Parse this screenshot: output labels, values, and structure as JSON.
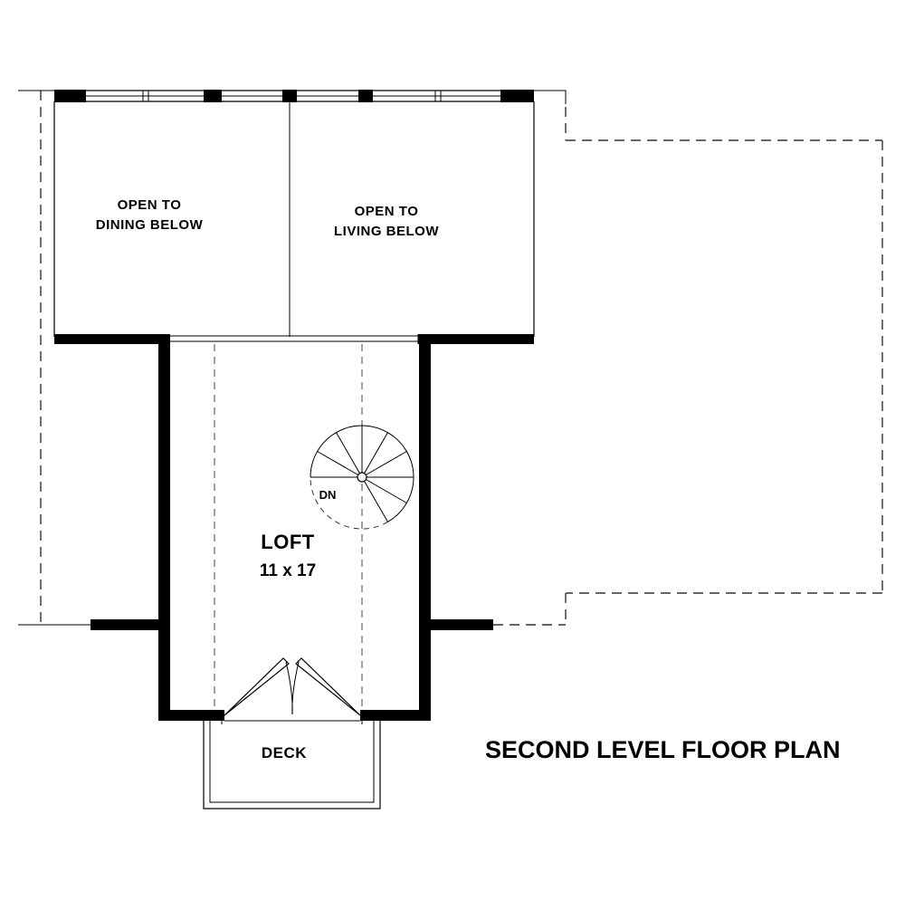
{
  "title": "SECOND LEVEL FLOOR PLAN",
  "rooms": {
    "dining": {
      "line1": "OPEN TO",
      "line2": "DINING BELOW"
    },
    "living": {
      "line1": "OPEN TO",
      "line2": "LIVING BELOW"
    },
    "loft": {
      "label": "LOFT",
      "size": "11 x 17"
    },
    "deck": {
      "label": "DECK"
    }
  },
  "stair": {
    "label": "DN"
  },
  "colors": {
    "wall": "#000000",
    "line": "#333333",
    "background": "#ffffff"
  }
}
